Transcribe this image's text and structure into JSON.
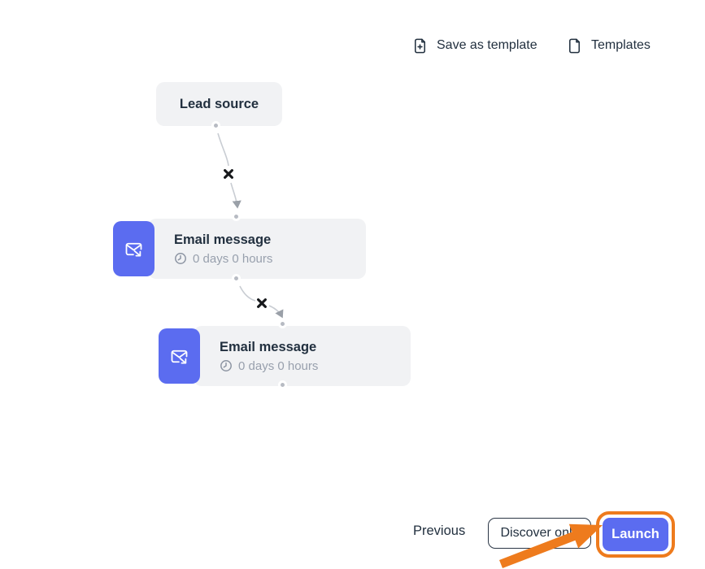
{
  "header": {
    "save_as_template_label": "Save as template",
    "templates_label": "Templates"
  },
  "flow": {
    "lead_source": {
      "title": "Lead source"
    },
    "email_1": {
      "title": "Email message",
      "delay": "0 days 0 hours"
    },
    "email_2": {
      "title": "Email message",
      "delay": "0 days 0 hours"
    }
  },
  "footer": {
    "previous_label": "Previous",
    "discover_label": "Discover only",
    "launch_label": "Launch"
  },
  "icons": {
    "save_as_template": "file-plus",
    "templates": "file",
    "email_node": "send-email-envelope",
    "delay": "clock",
    "remove_connection": "×",
    "port": "dot"
  },
  "colors": {
    "accent_blue": "#5b6cf0",
    "node_bg": "#f1f2f4",
    "text_dark": "#22303f",
    "text_muted": "#98a0ad",
    "connector_line": "#c9cdd3",
    "connector_dot": "#b7bbc3",
    "discover_border": "#2a3645",
    "annotation_orange": "#ee7b1d",
    "launch_text": "#ffffff"
  }
}
